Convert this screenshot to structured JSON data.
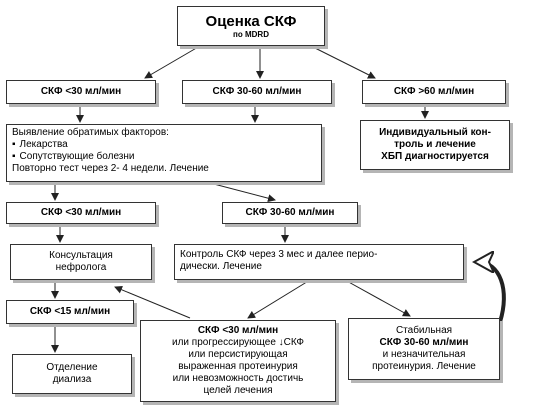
{
  "title": {
    "main": "Оценка СКФ",
    "sub": "по MDRD"
  },
  "level1": {
    "left": "СКФ <30 мл/мин",
    "mid": "СКФ 30-60 мл/мин",
    "right": "СКФ >60 мл/мин"
  },
  "reversible": {
    "heading": "Выявление обратимых факторов:",
    "items": [
      "Лекарства",
      "Сопутствующие болезни"
    ],
    "footer": "Повторно тест через 2- 4 недели. Лечение"
  },
  "individual": {
    "lines": [
      "Индивидуальный кон-",
      "троль и лечение",
      "ХБП диагностируется"
    ]
  },
  "level2": {
    "left": "СКФ <30 мл/мин",
    "mid": "СКФ 30-60 мл/мин"
  },
  "consult": {
    "lines": [
      "Консультация",
      "нефролога"
    ]
  },
  "control": {
    "lines": [
      "Контроль СКФ через 3 мес и далее перио-",
      "дически. Лечение"
    ]
  },
  "lt15": "СКФ <15 мл/мин",
  "dialysis": {
    "lines": [
      "Отделение",
      "диализа"
    ]
  },
  "progressive": {
    "head": "СКФ <30 мл/мин",
    "lines": [
      "или прогрессирующее ↓СКФ",
      "или персистирующая",
      "выраженная протеинурия",
      "или невозможность достичь",
      "целей лечения"
    ]
  },
  "stable": {
    "line1": "Стабильная",
    "line2": "СКФ 30-60 мл/мин",
    "line3": "и незначительная",
    "line4": "протеинурия. Лечение"
  }
}
